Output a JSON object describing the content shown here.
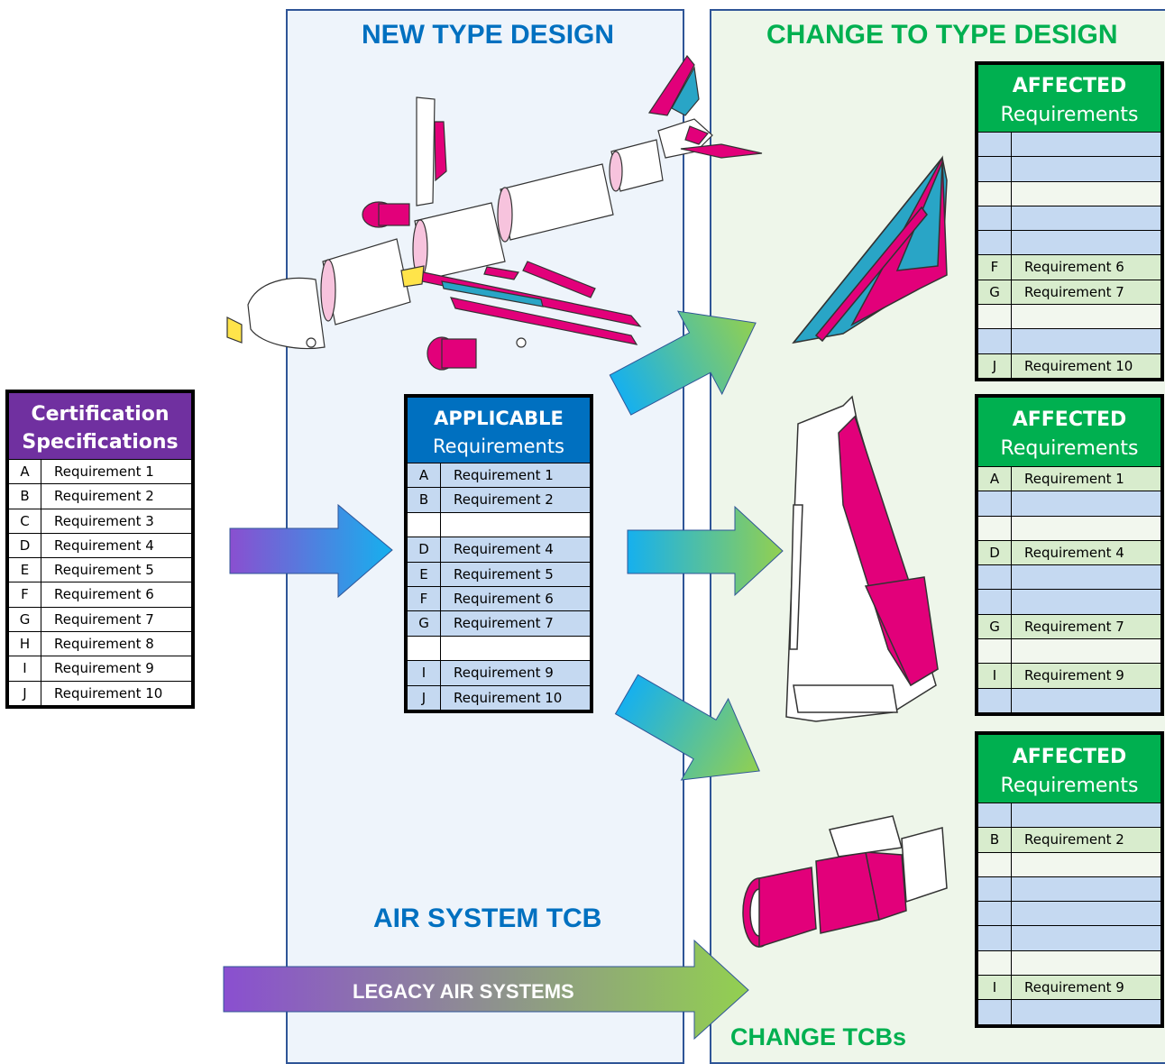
{
  "headings": {
    "new_type_design": "NEW TYPE DESIGN",
    "change_to_type_design": "CHANGE TO TYPE DESIGN",
    "air_system_tcb": "AIR SYSTEM TCB",
    "change_tcbs": "CHANGE TCBs",
    "legacy_air_systems": "LEGACY AIR SYSTEMS"
  },
  "colors": {
    "blue_text": "#0070c0",
    "green_text": "#00b050",
    "purple_header": "#7030a0",
    "blue_header": "#0070c0",
    "green_header": "#00b050",
    "row_blue": "#c5d9f1",
    "row_green": "#d8eccd",
    "row_pale": "#f2f7ee",
    "magenta": "#e2007a",
    "cyan": "#29a5c6"
  },
  "certification": {
    "title_line1": "Certification",
    "title_line2": "Specifications",
    "rows": [
      {
        "letter": "A",
        "name": "Requirement 1"
      },
      {
        "letter": "B",
        "name": "Requirement 2"
      },
      {
        "letter": "C",
        "name": "Requirement 3"
      },
      {
        "letter": "D",
        "name": "Requirement 4"
      },
      {
        "letter": "E",
        "name": "Requirement 5"
      },
      {
        "letter": "F",
        "name": "Requirement 6"
      },
      {
        "letter": "G",
        "name": "Requirement 7"
      },
      {
        "letter": "H",
        "name": "Requirement 8"
      },
      {
        "letter": "I",
        "name": "Requirement 9"
      },
      {
        "letter": "J",
        "name": "Requirement 10"
      }
    ]
  },
  "applicable": {
    "title_line1": "APPLICABLE",
    "title_line2": "Requirements",
    "rows": [
      {
        "letter": "A",
        "name": "Requirement 1",
        "style": "blue"
      },
      {
        "letter": "B",
        "name": "Requirement 2",
        "style": "blue"
      },
      {
        "letter": "",
        "name": "",
        "style": "white"
      },
      {
        "letter": "D",
        "name": "Requirement 4",
        "style": "blue"
      },
      {
        "letter": "E",
        "name": "Requirement 5",
        "style": "blue"
      },
      {
        "letter": "F",
        "name": "Requirement 6",
        "style": "blue"
      },
      {
        "letter": "G",
        "name": "Requirement 7",
        "style": "blue"
      },
      {
        "letter": "",
        "name": "",
        "style": "white"
      },
      {
        "letter": "I",
        "name": "Requirement 9",
        "style": "blue"
      },
      {
        "letter": "J",
        "name": "Requirement 10",
        "style": "blue"
      }
    ]
  },
  "affected_tables": [
    {
      "title_line1": "AFFECTED",
      "title_line2": "Requirements",
      "rows": [
        {
          "letter": "",
          "name": "",
          "style": "blue"
        },
        {
          "letter": "",
          "name": "",
          "style": "blue"
        },
        {
          "letter": "",
          "name": "",
          "style": "pale"
        },
        {
          "letter": "",
          "name": "",
          "style": "blue"
        },
        {
          "letter": "",
          "name": "",
          "style": "blue"
        },
        {
          "letter": "F",
          "name": "Requirement 6",
          "style": "green"
        },
        {
          "letter": "G",
          "name": "Requirement 7",
          "style": "green"
        },
        {
          "letter": "",
          "name": "",
          "style": "pale"
        },
        {
          "letter": "",
          "name": "",
          "style": "blue"
        },
        {
          "letter": "J",
          "name": "Requirement 10",
          "style": "green"
        }
      ]
    },
    {
      "title_line1": "AFFECTED",
      "title_line2": "Requirements",
      "rows": [
        {
          "letter": "A",
          "name": "Requirement 1",
          "style": "green"
        },
        {
          "letter": "",
          "name": "",
          "style": "blue"
        },
        {
          "letter": "",
          "name": "",
          "style": "pale"
        },
        {
          "letter": "D",
          "name": "Requirement 4",
          "style": "green"
        },
        {
          "letter": "",
          "name": "",
          "style": "blue"
        },
        {
          "letter": "",
          "name": "",
          "style": "blue"
        },
        {
          "letter": "G",
          "name": "Requirement 7",
          "style": "green"
        },
        {
          "letter": "",
          "name": "",
          "style": "pale"
        },
        {
          "letter": "I",
          "name": "Requirement 9",
          "style": "green"
        },
        {
          "letter": "",
          "name": "",
          "style": "blue"
        }
      ]
    },
    {
      "title_line1": "AFFECTED",
      "title_line2": "Requirements",
      "rows": [
        {
          "letter": "",
          "name": "",
          "style": "blue"
        },
        {
          "letter": "B",
          "name": "Requirement 2",
          "style": "green"
        },
        {
          "letter": "",
          "name": "",
          "style": "pale"
        },
        {
          "letter": "",
          "name": "",
          "style": "blue"
        },
        {
          "letter": "",
          "name": "",
          "style": "blue"
        },
        {
          "letter": "",
          "name": "",
          "style": "blue"
        },
        {
          "letter": "",
          "name": "",
          "style": "pale"
        },
        {
          "letter": "I",
          "name": "Requirement 9",
          "style": "green"
        },
        {
          "letter": "",
          "name": "",
          "style": "blue"
        }
      ]
    }
  ]
}
